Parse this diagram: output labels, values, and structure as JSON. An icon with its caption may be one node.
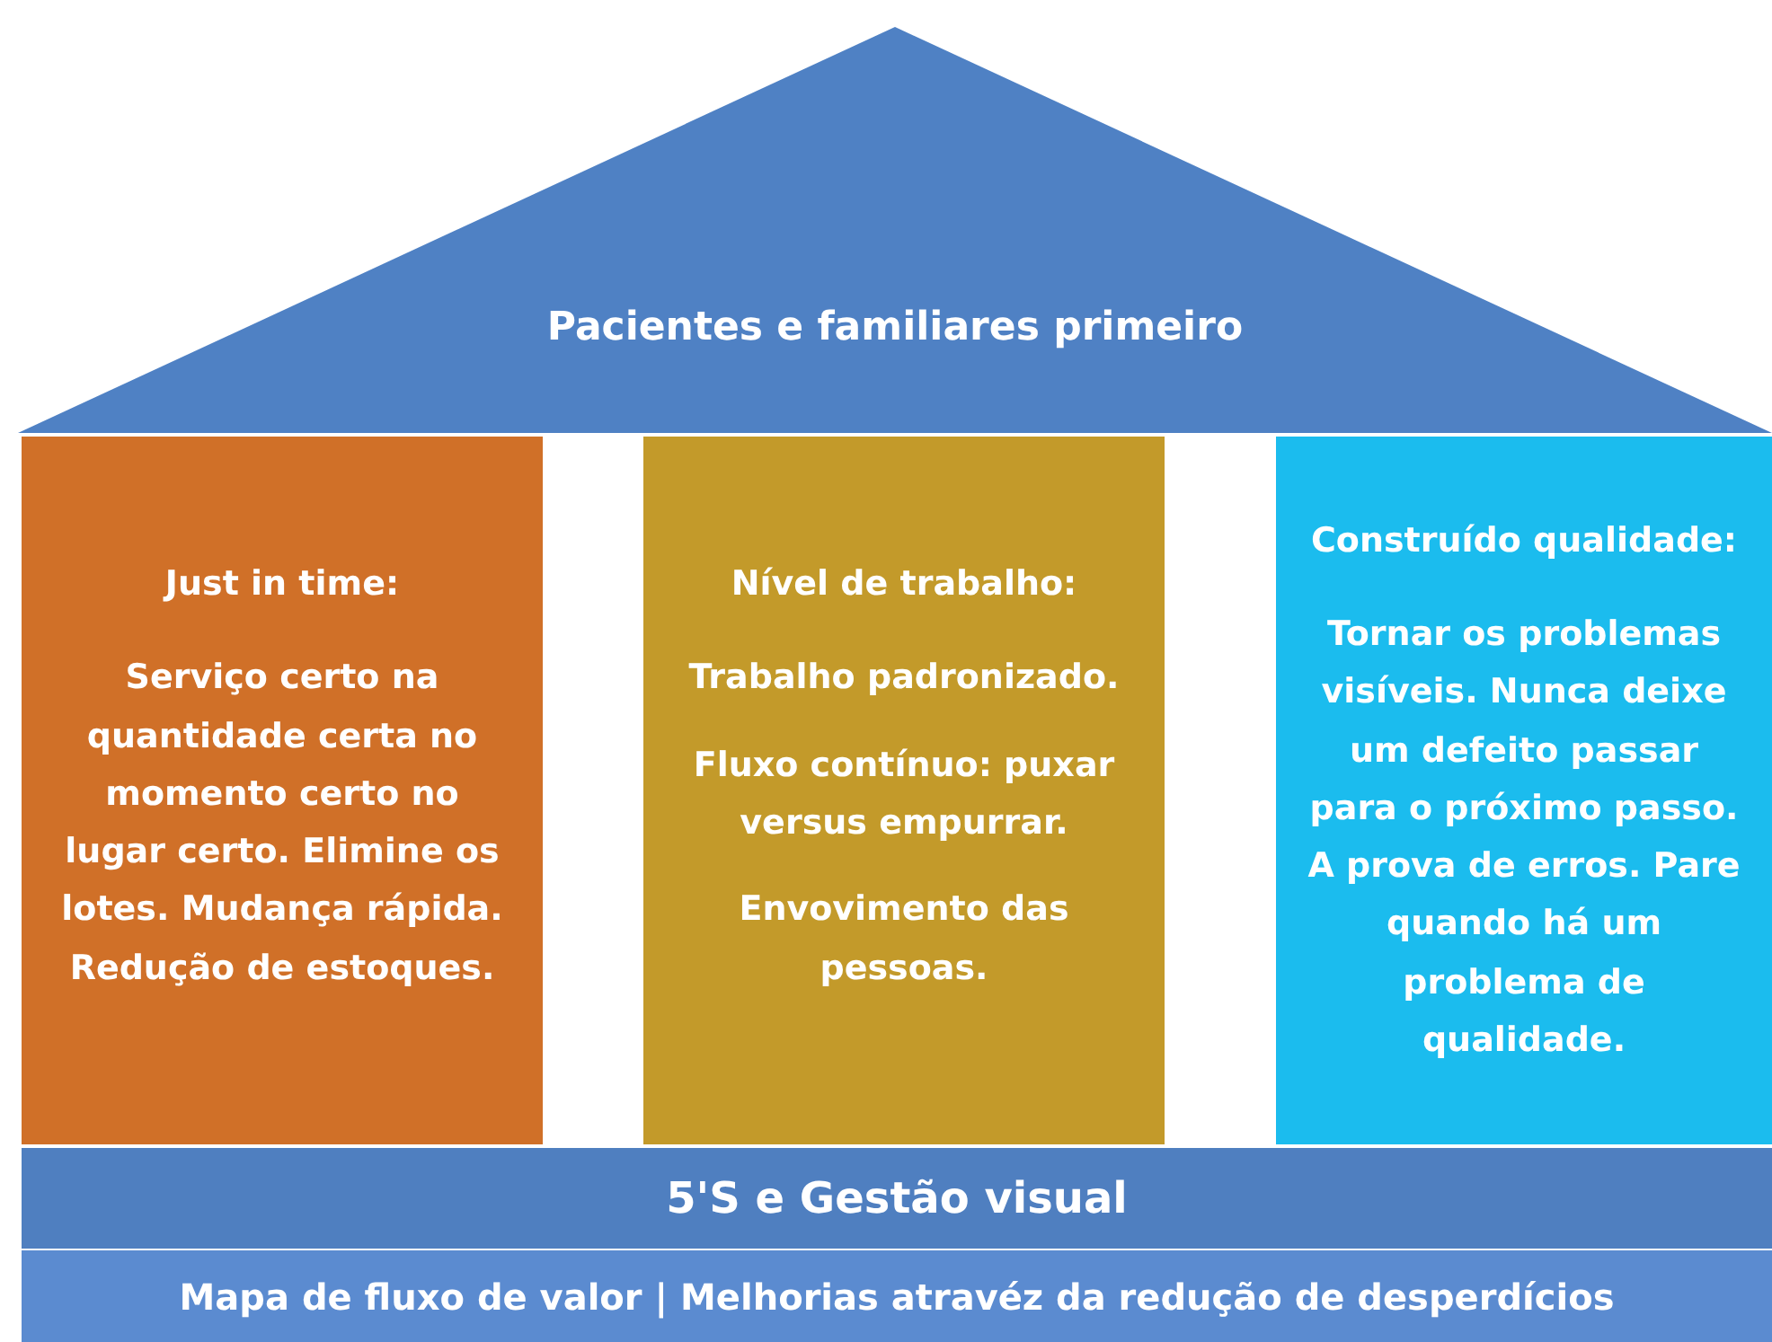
{
  "diagram": {
    "nodes": [
      {
        "text": [
          "Pacientes e familiares primeiro"
        ]
      },
      {
        "text": [
          "Just in time:",
          "Serviço certo na quantidade certa no momento certo no lugar certo. Elimine os lotes. Mudança rápida. Redução de estoques."
        ]
      },
      {
        "text": [
          "Nível de trabalho:",
          "Trabalho padronizado.",
          "Fluxo contínuo: puxar versus empurrar.",
          "Envovimento das pessoas."
        ]
      },
      {
        "text": [
          "Construído qualidade:",
          "Tornar os problemas visíveis. Nunca deixe um defeito passar para o próximo passo. A prova de erros. Pare quando há um problema de qualidade."
        ]
      },
      {
        "text": [
          "5'S e Gestão visual"
        ]
      },
      {
        "text": [
          "Mapa de fluxo de valor | Melhorias atravéz da redução de desperdícios"
        ]
      }
    ]
  }
}
